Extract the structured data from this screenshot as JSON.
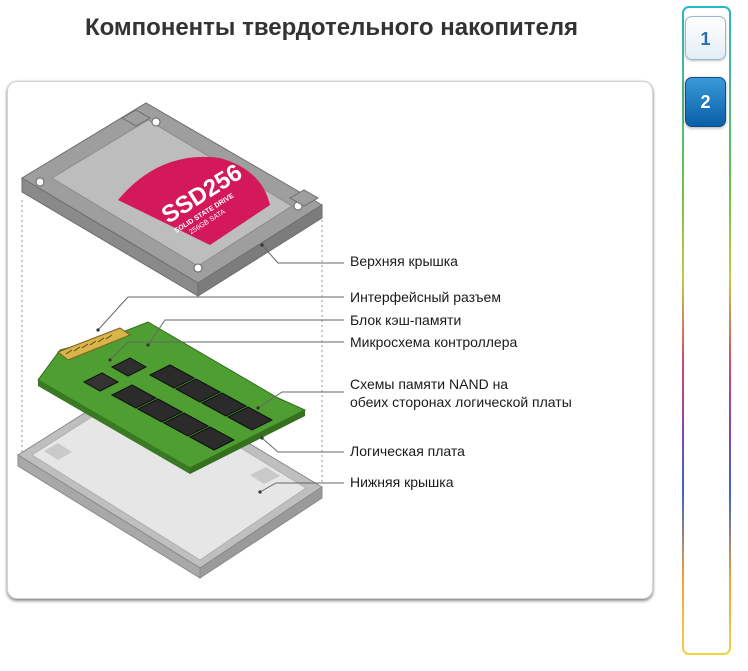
{
  "title": "Компоненты твердотельного накопителя",
  "nav": {
    "buttons": [
      {
        "label": "1",
        "state": "inactive"
      },
      {
        "label": "2",
        "state": "active"
      }
    ]
  },
  "drive_label": {
    "model": "SSD256",
    "line1": "SOLID STATE DRIVE",
    "line2": "256GB SATA",
    "color": "#d4195a"
  },
  "callouts": [
    {
      "text": "Верхняя крышка"
    },
    {
      "text": "Интерфейсный разъем"
    },
    {
      "text": "Блок кэш-памяти"
    },
    {
      "text": "Микросхема контроллера"
    },
    {
      "text": "Схемы памяти NAND на",
      "text2": "обеих сторонах логической платы"
    },
    {
      "text": "Логическая плата"
    },
    {
      "text": "Нижняя крышка"
    }
  ],
  "colors": {
    "case_gray": "#c7c7c7",
    "pcb_green": "#5aa83a",
    "chip_dark": "#2b2b2b",
    "nav_active": "#0a5fa8"
  }
}
